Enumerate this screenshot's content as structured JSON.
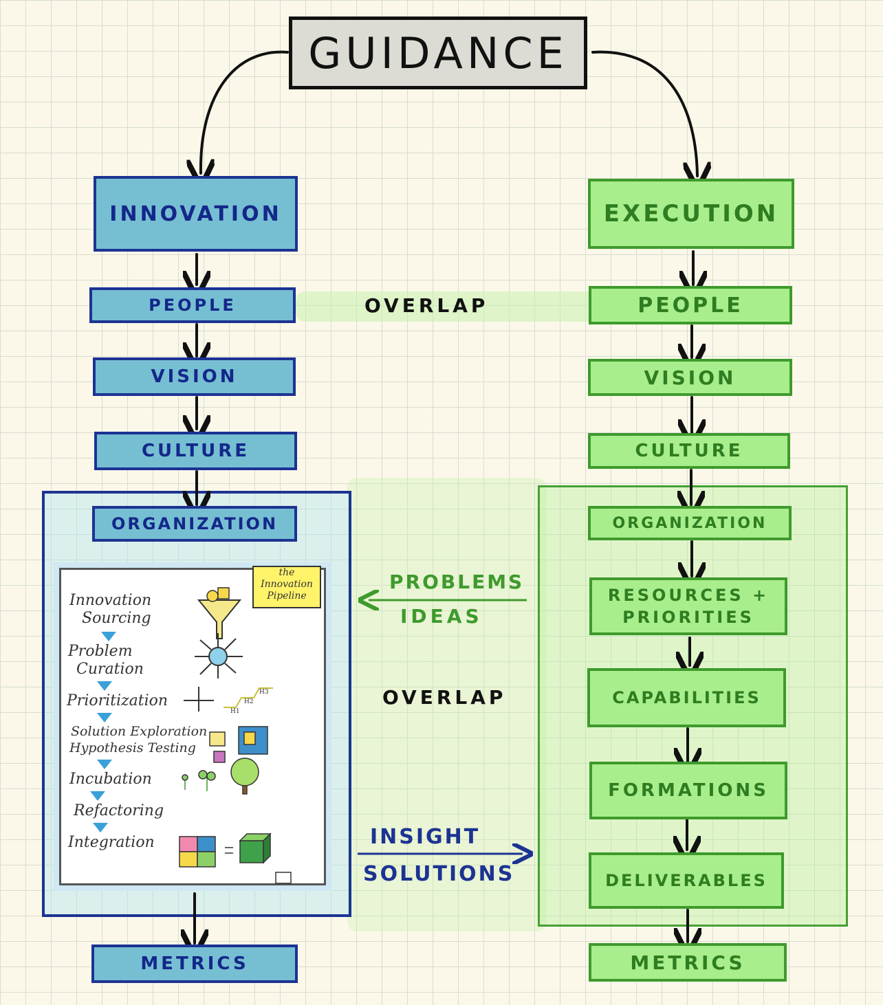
{
  "title": "GUIDANCE",
  "innovation": {
    "heading": "INNOVATION",
    "items": [
      "PEOPLE",
      "VISION",
      "CULTURE",
      "ORGANIZATION"
    ],
    "metrics": "METRICS"
  },
  "execution": {
    "heading": "EXECUTION",
    "items": [
      "PEOPLE",
      "VISION",
      "CULTURE",
      "ORGANIZATION",
      "RESOURCES +",
      "PRIORITIES",
      "CAPABILITIES",
      "FORMATIONS",
      "DELIVERABLES"
    ],
    "metrics": "METRICS"
  },
  "middle": {
    "overlap_top": "OVERLAP",
    "overlap_mid": "OVERLAP",
    "problems": "PROBLEMS",
    "ideas": "IDEAS",
    "insight": "INSIGHT",
    "solutions": "SOLUTIONS"
  },
  "pipeline": {
    "tag_line1": "the",
    "tag_line2": "Innovation",
    "tag_line3": "Pipeline",
    "steps": [
      "Innovation",
      "Sourcing",
      "Problem",
      "Curation",
      "Prioritization",
      "Solution Exploration",
      "Hypothesis Testing",
      "Incubation",
      "Refactoring",
      "Integration"
    ],
    "chart_labels": [
      "H1",
      "H2",
      "H3"
    ]
  },
  "colors": {
    "innovation_fill": "#76bfd2",
    "innovation_border": "#1c3393",
    "execution_fill": "#a9ee8c",
    "execution_border": "#3e9a2c",
    "guidance_fill": "#dcdcd4"
  }
}
